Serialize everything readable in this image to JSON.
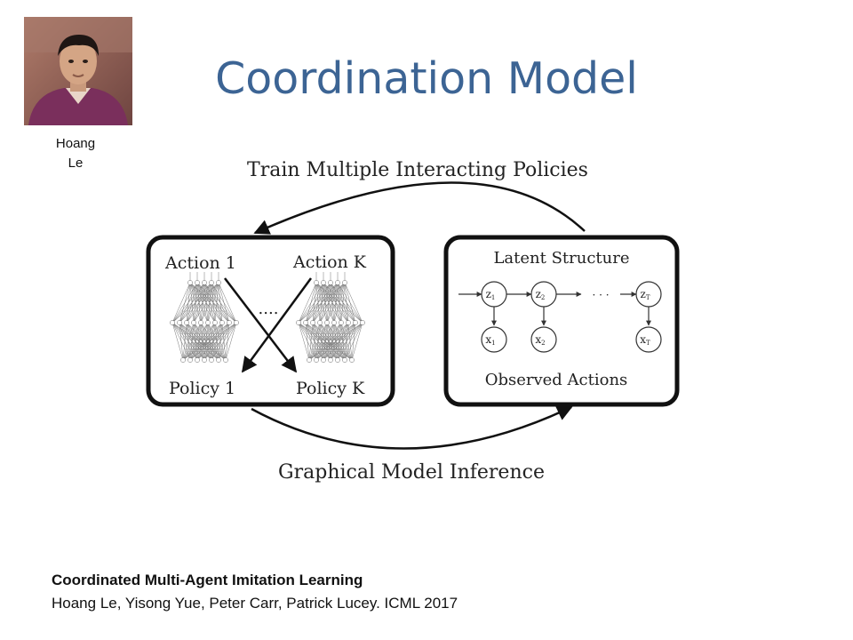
{
  "slide": {
    "title": "Coordination Model",
    "presenter": {
      "first_name": "Hoang",
      "last_name": "Le",
      "photo_icon": "person-photo"
    }
  },
  "diagram": {
    "top_label": "Train Multiple Interacting Policies",
    "bottom_label": "Graphical Model Inference",
    "left_box": {
      "action_1": "Action 1",
      "action_k": "Action K",
      "policy_1": "Policy 1",
      "policy_k": "Policy K",
      "ellipsis": "...."
    },
    "right_box": {
      "latent_label": "Latent Structure",
      "observed_label": "Observed Actions",
      "latent_nodes": [
        "z",
        "z",
        "z"
      ],
      "latent_subscripts": [
        "1",
        "2",
        "T"
      ],
      "observed_nodes": [
        "x",
        "x",
        "x"
      ],
      "observed_subscripts": [
        "1",
        "2",
        "T"
      ],
      "ellipsis": "· · ·"
    },
    "colors": {
      "stroke": "#111111",
      "node": "#333333"
    }
  },
  "citation": {
    "paper": "Coordinated Multi-Agent Imitation Learning",
    "authors": "Hoang Le, Yisong Yue, Peter Carr, Patrick Lucey.  ICML 2017"
  }
}
